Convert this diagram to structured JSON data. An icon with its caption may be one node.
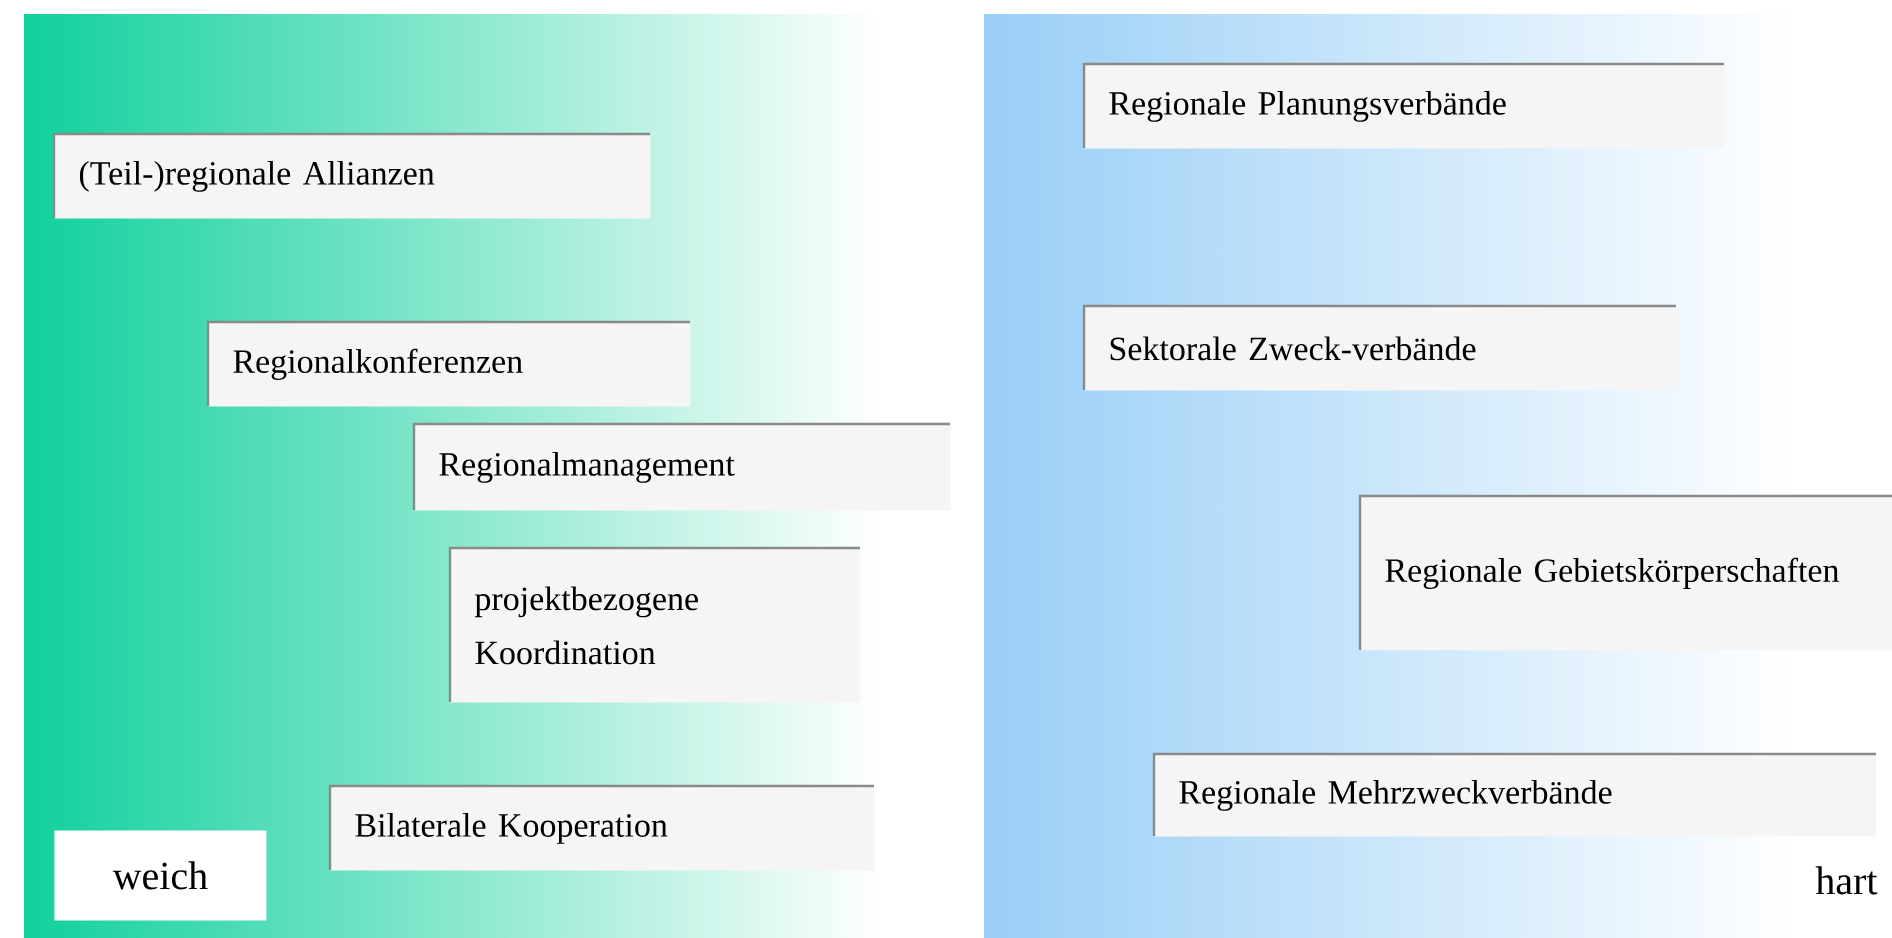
{
  "diagram": {
    "nodes": [
      {
        "text": [
          "(Teil-)regionale Allianzen"
        ]
      },
      {
        "text": [
          "Regionalkonferenzen"
        ]
      },
      {
        "text": [
          "Regionalmanagement"
        ]
      },
      {
        "text": [
          "projektbezogene Koordination"
        ]
      },
      {
        "text": [
          "Bilaterale Kooperation"
        ]
      },
      {
        "text": [
          "Regionale Planungsverbände"
        ]
      },
      {
        "text": [
          "Sektorale Zweck-verbände"
        ]
      },
      {
        "text": [
          "Regionale Gebietskörperschaften"
        ]
      },
      {
        "text": [
          "Regionale Mehrzweckverbände"
        ]
      }
    ],
    "labels": [
      "weich",
      "hart"
    ]
  }
}
